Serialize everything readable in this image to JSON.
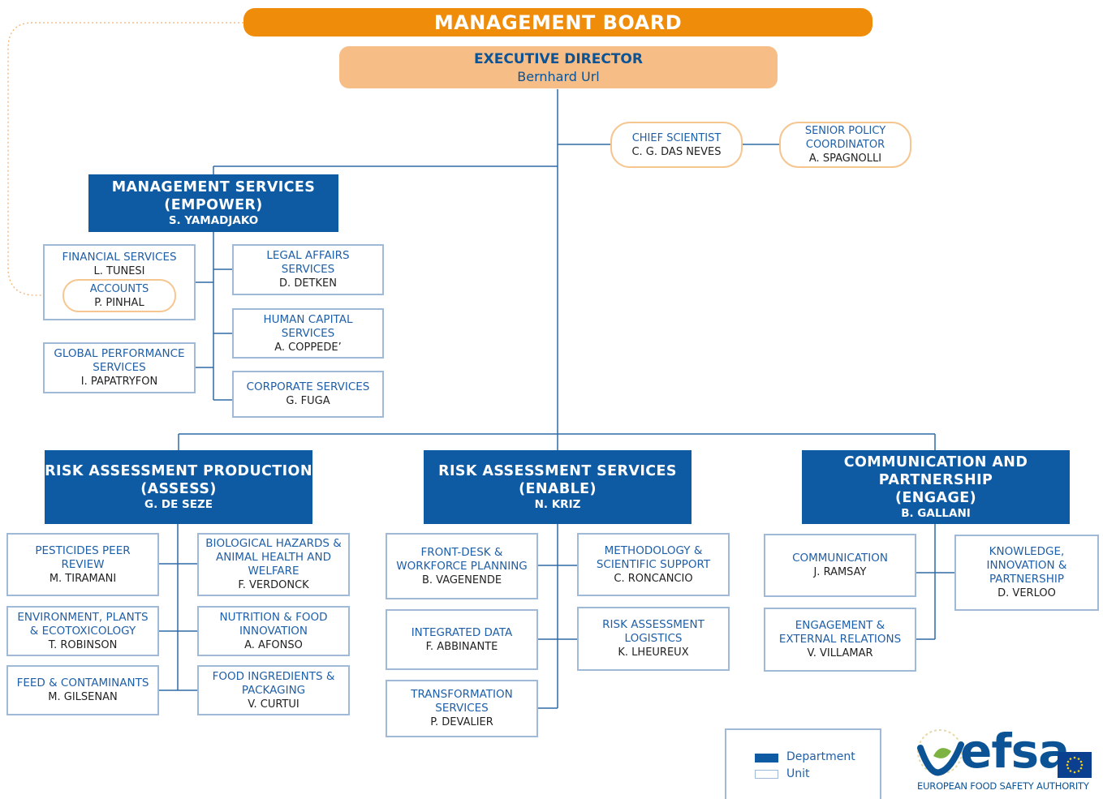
{
  "board": "MANAGEMENT BOARD",
  "executive": {
    "title": "EXECUTIVE DIRECTOR",
    "name": "Bernhard Url"
  },
  "chief_scientist": {
    "title": "CHIEF SCIENTIST",
    "name": "C. G. DAS NEVES"
  },
  "senior_policy": {
    "title1": "SENIOR POLICY",
    "title2": "COORDINATOR",
    "name": "A. SPAGNOLLI"
  },
  "mgmt": {
    "title1": "MANAGEMENT SERVICES",
    "title2": "(EMPOWER)",
    "name": "S. YAMADJAKO",
    "financial": {
      "title": "FINANCIAL SERVICES",
      "name": "L. TUNESI"
    },
    "accounts": {
      "title": "ACCOUNTS",
      "name": "P. PINHAL"
    },
    "global": {
      "l1": "GLOBAL PERFORMANCE",
      "l2": "SERVICES",
      "name": "I. PAPATRYFON"
    },
    "legal": {
      "l1": "LEGAL AFFAIRS",
      "l2": "SERVICES",
      "name": "D. DETKEN"
    },
    "human": {
      "l1": "HUMAN CAPITAL",
      "l2": "SERVICES",
      "name": "A. COPPEDE’"
    },
    "corporate": {
      "l1": "CORPORATE SERVICES",
      "name": "G. FUGA"
    }
  },
  "assess": {
    "title1": "RISK ASSESSMENT PRODUCTION",
    "title2": "(ASSESS)",
    "name": "G. DE SEZE",
    "pesticides": {
      "l1": "PESTICIDES PEER",
      "l2": "REVIEW",
      "name": "M. TIRAMANI"
    },
    "biohaz": {
      "l1": "BIOLOGICAL HAZARDS &",
      "l2": "ANIMAL HEALTH AND",
      "l3": "WELFARE",
      "name": "F. VERDONCK"
    },
    "environment": {
      "l1": "ENVIRONMENT, PLANTS",
      "l2": "& ECOTOXICOLOGY",
      "name": "T. ROBINSON"
    },
    "nutrition": {
      "l1": "NUTRITION & FOOD",
      "l2": "INNOVATION",
      "name": "A. AFONSO"
    },
    "feed": {
      "l1": "FEED & CONTAMINANTS",
      "name": "M. GILSENAN"
    },
    "food_ing": {
      "l1": "FOOD INGREDIENTS &",
      "l2": "PACKAGING",
      "name": "V. CURTUI"
    }
  },
  "enable": {
    "title1": "RISK ASSESSMENT SERVICES",
    "title2": "(ENABLE)",
    "name": "N. KRIZ",
    "frontdesk": {
      "l1": "FRONT-DESK &",
      "l2": "WORKFORCE PLANNING",
      "name": "B. VAGENENDE"
    },
    "methodology": {
      "l1": "METHODOLOGY &",
      "l2": "SCIENTIFIC SUPPORT",
      "name": "C. RONCANCIO"
    },
    "integrated": {
      "l1": "INTEGRATED DATA",
      "name": "F. ABBINANTE"
    },
    "logistics": {
      "l1": "RISK ASSESSMENT",
      "l2": "LOGISTICS",
      "name": "K. LHEUREUX"
    },
    "transformation": {
      "l1": "TRANSFORMATION",
      "l2": "SERVICES",
      "name": "P. DEVALIER"
    }
  },
  "engage": {
    "title1": "COMMUNICATION AND",
    "title2": "PARTNERSHIP",
    "title3": "(ENGAGE)",
    "name": "B. GALLANI",
    "communication": {
      "l1": "COMMUNICATION",
      "name": "J. RAMSAY"
    },
    "knowledge": {
      "l1": "KNOWLEDGE,",
      "l2": "INNOVATION &",
      "l3": "PARTNERSHIP",
      "name": "D. VERLOO"
    },
    "engagement": {
      "l1": "ENGAGEMENT &",
      "l2": "EXTERNAL RELATIONS",
      "name": "V. VILLAMAR"
    }
  },
  "legend": {
    "department": "Department",
    "unit": "Unit"
  },
  "logo": {
    "wordmark": "efsa",
    "tagline": "EUROPEAN FOOD SAFETY AUTHORITY"
  },
  "colors": {
    "board": "#ef8c0a",
    "executive": "#f7bd86",
    "department": "#0e5ba3",
    "unit_border": "#9fb9d6",
    "text_blue": "#1f5fa8"
  }
}
